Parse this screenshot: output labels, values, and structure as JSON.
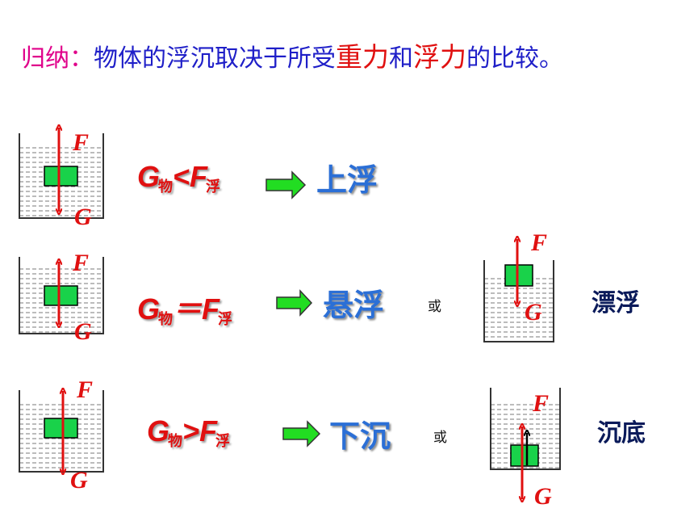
{
  "title": {
    "label": "归纳：",
    "part1": "物体的浮沉取决于所受",
    "gravity": "重力",
    "conj": "和",
    "buoyancy": "浮力",
    "part2": "的比较。"
  },
  "rows": [
    {
      "G": "G",
      "sub_g": "物",
      "op": "<",
      "F": "F",
      "sub_f": "浮",
      "result": "上浮"
    },
    {
      "G": "G",
      "sub_g": "物",
      "op": "＝",
      "F": "F",
      "sub_f": "浮",
      "result": "悬浮",
      "or": "或",
      "alt": "漂浮"
    },
    {
      "G": "G",
      "sub_g": "物",
      "op": ">",
      "F": "F",
      "sub_f": "浮",
      "result": "下沉",
      "or": "或",
      "alt": "沉底"
    }
  ],
  "force_labels": {
    "up": "F",
    "down": "G"
  },
  "colors": {
    "arrow": "#e01010",
    "block": "#19d24a",
    "result_arrow": "#22dd22",
    "title_blue": "#1f1fc8",
    "title_pink": "#e0008a"
  }
}
